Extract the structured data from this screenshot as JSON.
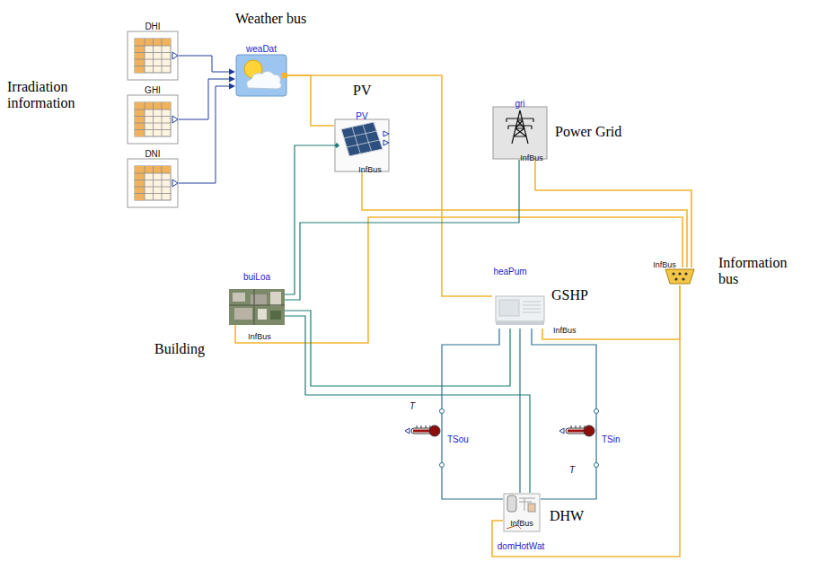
{
  "diagram": {
    "nodes": [
      {
        "text": [
          "DHI"
        ]
      },
      {
        "text": [
          "GHI"
        ]
      },
      {
        "text": [
          "DNI"
        ]
      },
      {
        "text": [
          "weaDat"
        ]
      },
      {
        "text": [
          "PV",
          "InfBus"
        ]
      },
      {
        "text": [
          "gri",
          "InfBus"
        ]
      },
      {
        "text": [
          "buiLoa",
          "InfBus"
        ]
      },
      {
        "text": [
          "heaPum",
          "InfBus"
        ]
      },
      {
        "text": [
          "TSou",
          "T"
        ]
      },
      {
        "text": [
          "TSin",
          "T"
        ]
      },
      {
        "text": [
          "InfBus",
          "domHotWat"
        ]
      },
      {
        "text": [
          "InfBus"
        ]
      }
    ],
    "edges": [
      {
        "from": 0,
        "to": 3,
        "arrow": "to"
      },
      {
        "from": 1,
        "to": 3,
        "arrow": "to"
      },
      {
        "from": 2,
        "to": 3,
        "arrow": "to"
      },
      {
        "from": 3,
        "to": 4,
        "arrow": "none"
      },
      {
        "from": 3,
        "to": 7,
        "arrow": "none"
      },
      {
        "from": 4,
        "to": 11,
        "arrow": "none"
      },
      {
        "from": 5,
        "to": 11,
        "arrow": "none"
      },
      {
        "from": 6,
        "to": 11,
        "arrow": "none"
      },
      {
        "from": 7,
        "to": 11,
        "arrow": "none"
      },
      {
        "from": 10,
        "to": 11,
        "arrow": "none"
      },
      {
        "from": 4,
        "to": 6,
        "arrow": "none"
      },
      {
        "from": 5,
        "to": 6,
        "arrow": "none"
      },
      {
        "from": 7,
        "to": 6,
        "arrow": "none"
      },
      {
        "from": 10,
        "to": 6,
        "arrow": "none"
      },
      {
        "from": 7,
        "to": 8,
        "arrow": "none"
      },
      {
        "from": 8,
        "to": 10,
        "arrow": "none"
      },
      {
        "from": 7,
        "to": 9,
        "arrow": "none"
      },
      {
        "from": 9,
        "to": 10,
        "arrow": "none"
      },
      {
        "from": 7,
        "to": 10,
        "arrow": "none"
      }
    ],
    "labels": [
      "Weather bus",
      "Irradiation information",
      "PV",
      "Power Grid",
      "Information bus",
      "GSHP",
      "Building",
      "DHW"
    ]
  }
}
